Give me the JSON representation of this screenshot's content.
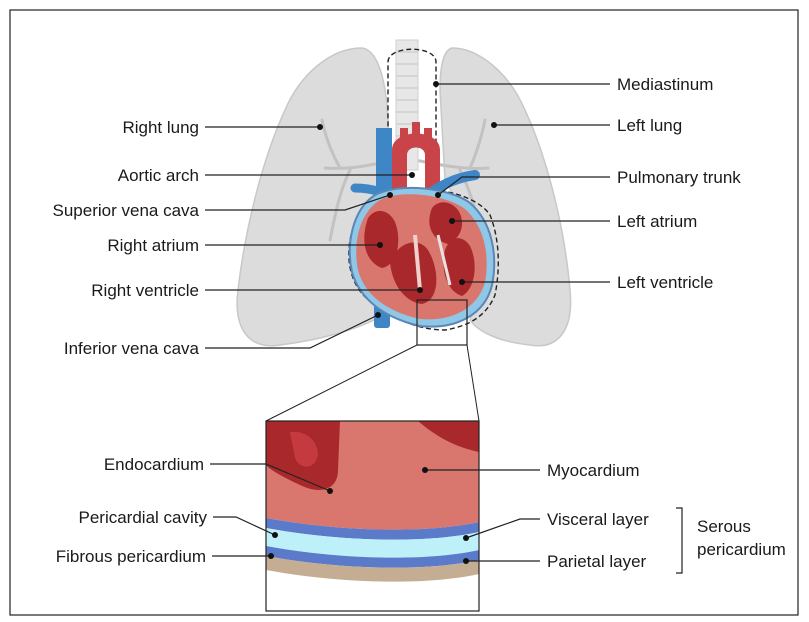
{
  "labels": {
    "right_lung": "Right lung",
    "aortic_arch": "Aortic arch",
    "superior_vena_cava": "Superior vena cava",
    "right_atrium": "Right atrium",
    "right_ventricle": "Right ventricle",
    "inferior_vena_cava": "Inferior vena cava",
    "mediastinum": "Mediastinum",
    "left_lung": "Left lung",
    "pulmonary_trunk": "Pulmonary trunk",
    "left_atrium": "Left atrium",
    "left_ventricle": "Left ventricle",
    "endocardium": "Endocardium",
    "pericardial_cavity": "Pericardial cavity",
    "fibrous_pericardium": "Fibrous pericardium",
    "myocardium": "Myocardium",
    "visceral_layer": "Visceral layer",
    "parietal_layer": "Parietal layer",
    "serous_pericardium_line1": "Serous",
    "serous_pericardium_line2": "pericardium"
  },
  "colors": {
    "lung": "#d9d9d9",
    "myocardium": "#d9776f",
    "heart_dark": "#a8282c",
    "vein_blue": "#3f86c6",
    "artery_red": "#c94448",
    "visceral_blue": "#5b7ac9",
    "cavity_cyan": "#bdf0f8",
    "fibrous_tan": "#c5ad93"
  }
}
